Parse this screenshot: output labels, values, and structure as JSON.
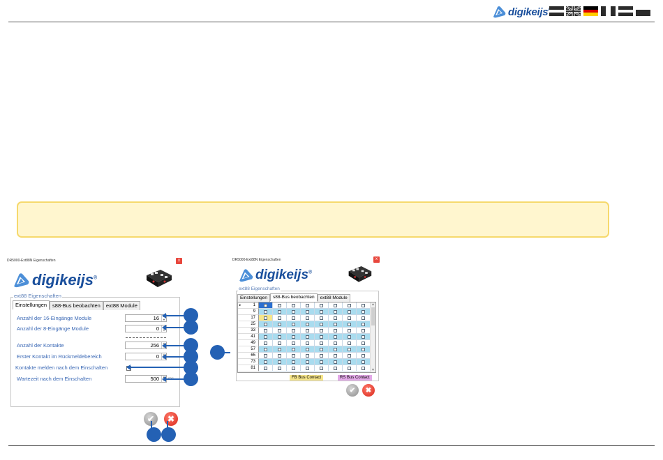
{
  "header": {
    "brand_name": "digikeijs",
    "brand_reg": "®",
    "brand_color": "#1a4f9c",
    "flags": [
      "nl",
      "gb",
      "de",
      "fr",
      "lu",
      "generic"
    ]
  },
  "notice": {
    "background": "#fff6cf",
    "border": "#f6d96d"
  },
  "left_dialog": {
    "title": "DR5000-Ext88N Eigenschaften",
    "close": "x",
    "brand_name": "digikeijs",
    "brand_reg": "®",
    "group_label": "ext88 Eigenschaften",
    "tabs": [
      "Einstellungen",
      "s88-Bus beobachten",
      "ext88 Module"
    ],
    "active_tab": 0,
    "fields": [
      {
        "label": "Anzahl der 16-Eingänge Module",
        "value": "16"
      },
      {
        "label": "Anzahl der 8-Eingänge Module",
        "value": "0"
      },
      {
        "label": "Anzahl der Kontakte",
        "value": "256"
      },
      {
        "label": "Erster Kontakt im Rückmeldebereich",
        "value": "0"
      },
      {
        "label": "Kontakte melden nach dem Einschalten",
        "checked": false
      },
      {
        "label": "Wartezeit nach dem Einschalten",
        "value": "500",
        "unit": "ms"
      }
    ],
    "ok_symbol": "✔",
    "cancel_symbol": "✖"
  },
  "right_dialog": {
    "title": "DR5000-Ext88N Eigenschaften",
    "close": "x",
    "brand_name": "digikeijs",
    "brand_reg": "®",
    "group_label": "ext88 Eigenschaften",
    "tabs": [
      "Einstellungen",
      "s88-Bus beobachten",
      "ext88 Module"
    ],
    "active_tab": 1,
    "row_marker": "▸",
    "rows": [
      "1",
      "9",
      "17",
      "25",
      "33",
      "41",
      "49",
      "57",
      "65",
      "73",
      "81"
    ],
    "row_colors": [
      "#ffffff",
      "#a9dcef",
      "#ffffff",
      "#a9dcef",
      "#ffffff",
      "#a9dcef",
      "#ffffff",
      "#a9dcef",
      "#ffffff",
      "#a9dcef",
      "#ffffff"
    ],
    "selected_cell_color": "#2a6fd1",
    "yellow_cell_color": "#f6e58a",
    "columns": 8,
    "legend": [
      {
        "label": "FB Bus Contact",
        "color": "#f6e58a"
      },
      {
        "label": "RS Bus Contact",
        "color": "#e3a9e8"
      }
    ],
    "ok_symbol": "✔",
    "cancel_symbol": "✖"
  },
  "callouts": {
    "color": "#2461b4",
    "count_left": 8,
    "count_right": 1
  }
}
